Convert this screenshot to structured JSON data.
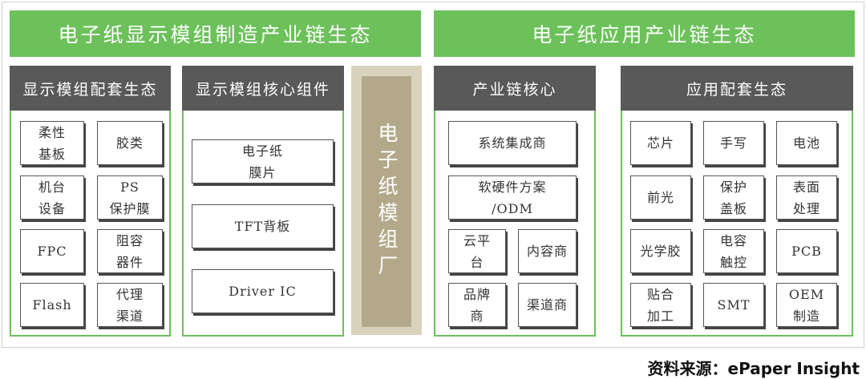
{
  "banners": {
    "left": "电子纸显示模组制造产业链生态",
    "right": "电子纸应用产业链生态"
  },
  "panels": {
    "display_support": {
      "title": "显示模组配套生态",
      "items": [
        "柔性\n基板",
        "胶类",
        "机台\n设备",
        "PS\n保护膜",
        "FPC",
        "阻容\n器件",
        "Flash",
        "代理\n渠道"
      ]
    },
    "core_components": {
      "title": "显示模组核心组件",
      "items": [
        "电子纸\n膜片",
        "TFT背板",
        "Driver IC"
      ]
    },
    "factory": {
      "label": "电子纸模组厂"
    },
    "industry_core": {
      "title": "产业链核心",
      "items": [
        "系统集成商",
        "软硬件方案\n/ODM",
        "云平\n台",
        "内容商",
        "品牌\n商",
        "渠道商"
      ]
    },
    "application_support": {
      "title": "应用配套生态",
      "items": [
        "芯片",
        "手写",
        "电池",
        "前光",
        "保护\n盖板",
        "表面\n处理",
        "光学胶",
        "电容\n触控",
        "PCB",
        "贴合\n加工",
        "SMT",
        "OEM\n制造"
      ]
    }
  },
  "source": "资料来源：ePaper Insight",
  "colors": {
    "green": "#6cc15a",
    "header_gray": "#595959",
    "factory": "#b3a98a"
  }
}
